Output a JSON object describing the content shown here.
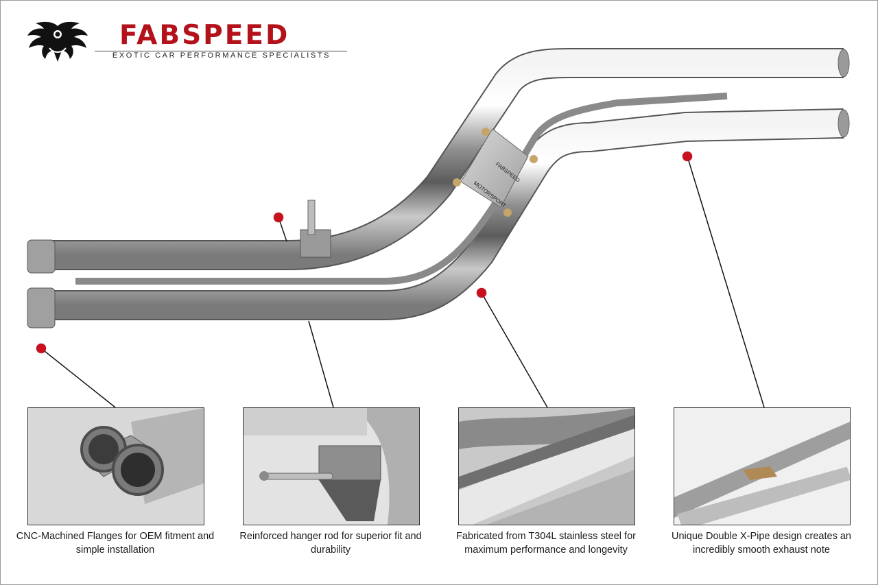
{
  "brand": {
    "name": "FABSPEED",
    "tagline": "EXOTIC CAR PERFORMANCE SPECIALISTS",
    "accent_color": "#b3121b"
  },
  "product": {
    "plate_text_top": "FABSPEED",
    "plate_text_bottom": "MOTORSPORT"
  },
  "callout_color": "#c8101e",
  "features": [
    {
      "icon": "flange-closeup-photo",
      "caption": "CNC-Machined Flanges for OEM fitment and simple installation"
    },
    {
      "icon": "hanger-rod-closeup-photo",
      "caption": "Reinforced hanger rod for superior fit and durability"
    },
    {
      "icon": "stainless-pipe-closeup-photo",
      "caption": "Fabricated from T304L stainless steel for maximum performance and longevity"
    },
    {
      "icon": "x-pipe-closeup-photo",
      "caption": "Unique Double X-Pipe design creates an incredibly smooth exhaust note"
    }
  ]
}
